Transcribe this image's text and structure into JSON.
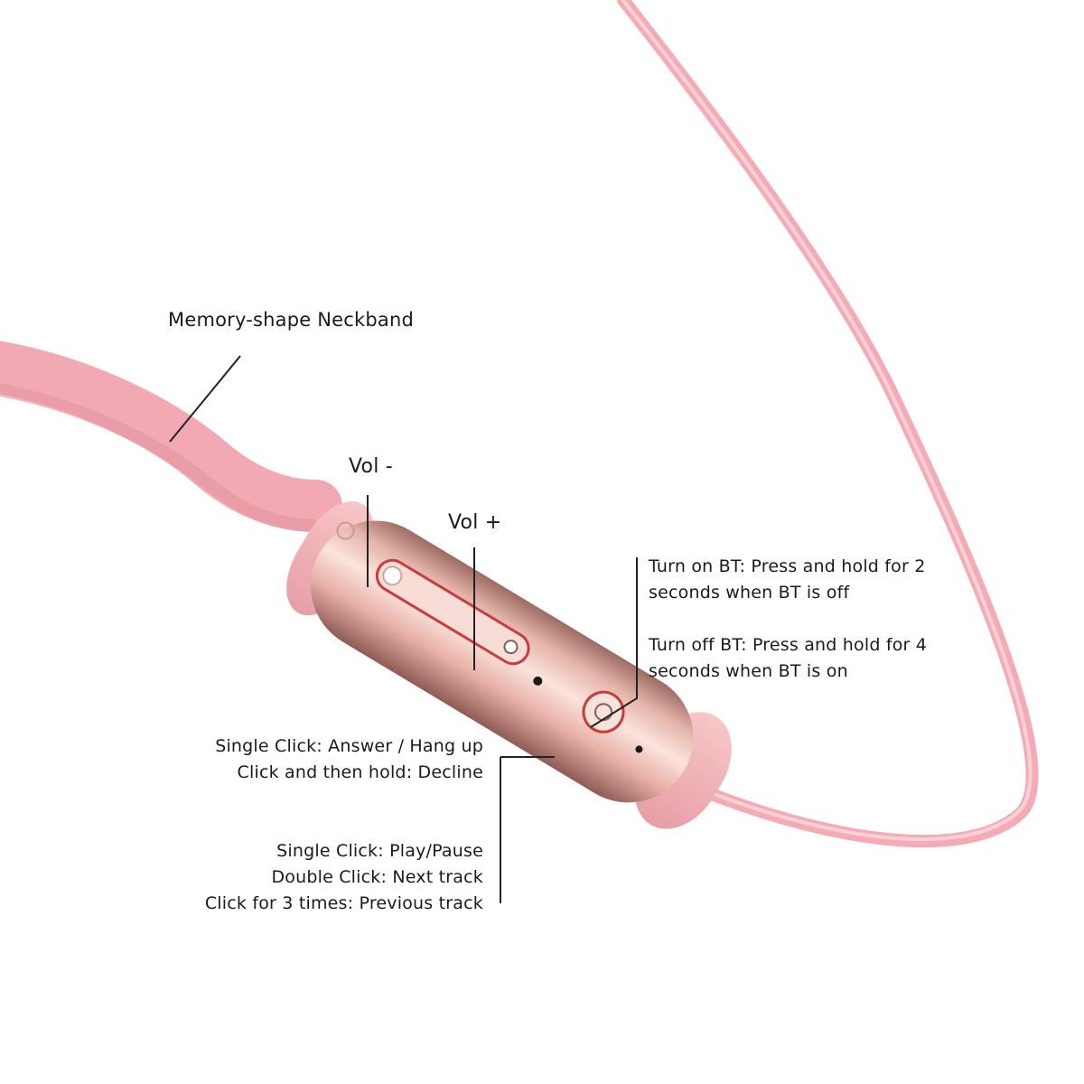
{
  "labels": {
    "neckband": "Memory-shape Neckband",
    "vol_minus": "Vol -",
    "vol_plus": "Vol +",
    "bt_on_line1": "Turn on BT: Press and hold for 2",
    "bt_on_line2": "seconds when BT is off",
    "bt_off_line1": "Turn off BT: Press and hold for 4",
    "bt_off_line2": "seconds when BT is on",
    "call_line1": "Single Click: Answer / Hang up",
    "call_line2": "Click and then hold: Decline",
    "media_line1": "Single Click: Play/Pause",
    "media_line2": "Double Click: Next track",
    "media_line3": "Click for 3 times: Previous track"
  },
  "colors": {
    "cable": "#f4abb5",
    "cable_shade": "#e8959f",
    "body_metal": "#f1c1b8",
    "body_shade": "#b77d72",
    "accent_red": "#c83c3c",
    "line": "#222222"
  }
}
